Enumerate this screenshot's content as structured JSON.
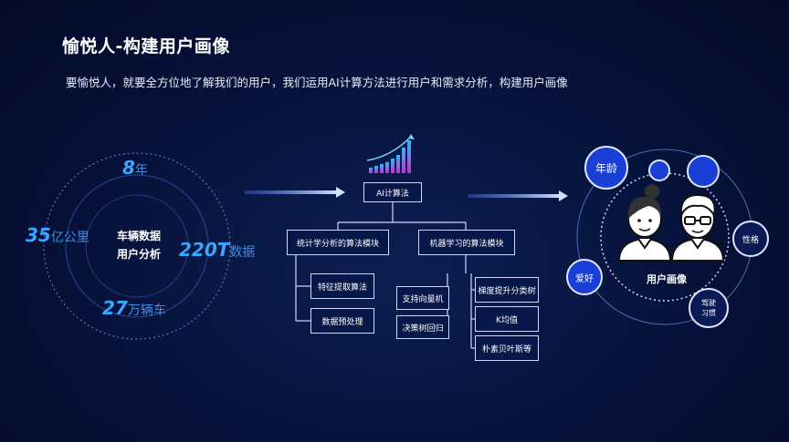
{
  "header": {
    "title": "愉悦人-构建用户画像",
    "subtitle": "要愉悦人，就要全方位地了解我们的用户，我们运用AI计算方法进行用户和需求分析，构建用户画像"
  },
  "left_panel": {
    "core_line1": "车辆数据",
    "core_line2": "用户分析",
    "stats": [
      {
        "value": "8",
        "unit": "年"
      },
      {
        "value": "35",
        "unit": "亿公里"
      },
      {
        "value": "220T",
        "unit": "数据"
      },
      {
        "value": "27",
        "unit": "万辆车"
      }
    ]
  },
  "tree": {
    "root": "AI计算法",
    "stat_branch": "统计学分析的算法模块",
    "ml_branch": "机器学习的算法模块",
    "stat_children": [
      "特征提取算法",
      "数据预处理"
    ],
    "ml_left_children": [
      "支持向量机",
      "决策树回归"
    ],
    "ml_right_children": [
      "梯度提升分类树",
      "K均值",
      "朴素贝叶斯等"
    ]
  },
  "right_panel": {
    "center_label": "用户画像",
    "nodes": {
      "age": "年龄",
      "personality": "性格",
      "hobby": "爱好",
      "driving_line1": "驾驶",
      "driving_line2": "习惯"
    }
  },
  "colors": {
    "background": "#06123a",
    "accent_blue": "#1a3fd6",
    "stat_blue": "#39a6ff",
    "box_border": "#cfd8ff"
  }
}
